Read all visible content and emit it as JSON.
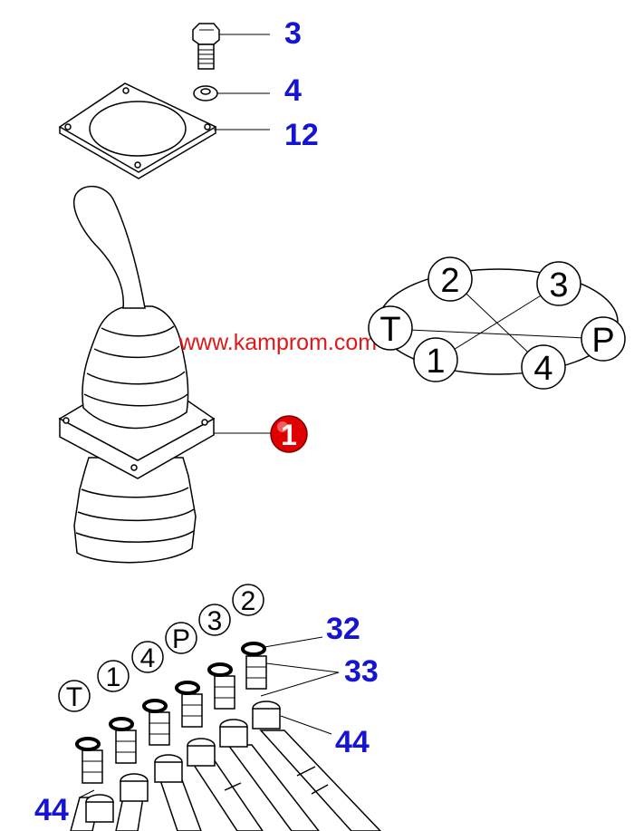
{
  "watermark": "www.kamprom.com",
  "callouts": {
    "bolt": "3",
    "washer": "4",
    "plate": "12",
    "valve": "1",
    "oring": "32",
    "adapter": "33",
    "hose_right": "44",
    "hose_left": "44"
  },
  "port_diagram": {
    "ports": [
      "2",
      "3",
      "T",
      "P",
      "1",
      "4"
    ]
  },
  "hose_labels": [
    "T",
    "1",
    "4",
    "P",
    "3",
    "2"
  ],
  "colors": {
    "callout_text": "#1414d2",
    "watermark_text": "#e01818",
    "badge_fill": "#e00000"
  }
}
